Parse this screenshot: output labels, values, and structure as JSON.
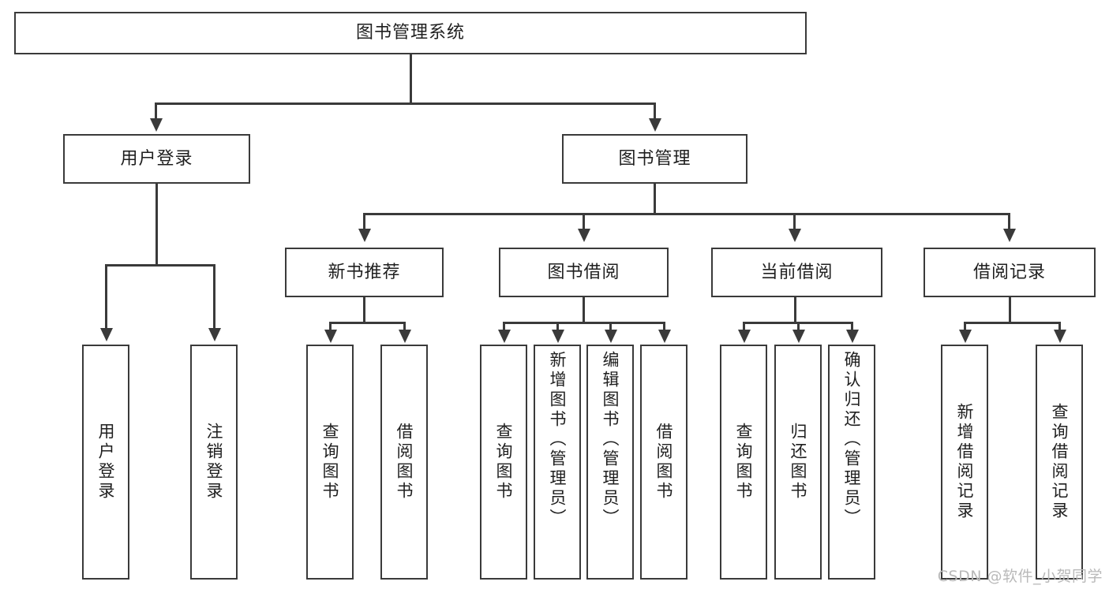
{
  "diagram": {
    "type": "hierarchy-tree",
    "title": "图书管理系统",
    "root": {
      "label": "图书管理系统"
    },
    "level2": [
      {
        "id": "user-login",
        "label": "用户登录"
      },
      {
        "id": "book-management",
        "label": "图书管理"
      }
    ],
    "level3": [
      {
        "id": "new-book-recommend",
        "label": "新书推荐"
      },
      {
        "id": "book-borrow",
        "label": "图书借阅"
      },
      {
        "id": "current-borrow",
        "label": "当前借阅"
      },
      {
        "id": "borrow-record",
        "label": "借阅记录"
      }
    ],
    "leaves": {
      "user_login": [
        {
          "id": "leaf-user-login",
          "label": "用户登录"
        },
        {
          "id": "leaf-logout",
          "label": "注销登录"
        }
      ],
      "new_book_recommend": [
        {
          "id": "leaf-query-book-1",
          "label": "查询图书"
        },
        {
          "id": "leaf-borrow-book-1",
          "label": "借阅图书"
        }
      ],
      "book_borrow": [
        {
          "id": "leaf-query-book-2",
          "label": "查询图书"
        },
        {
          "id": "leaf-add-book",
          "label": "新增图书（管理员）"
        },
        {
          "id": "leaf-edit-book",
          "label": "编辑图书（管理员）"
        },
        {
          "id": "leaf-borrow-book-2",
          "label": "借阅图书"
        }
      ],
      "current_borrow": [
        {
          "id": "leaf-query-book-3",
          "label": "查询图书"
        },
        {
          "id": "leaf-return-book",
          "label": "归还图书"
        },
        {
          "id": "leaf-confirm-return",
          "label": "确认归还（管理员）"
        }
      ],
      "borrow_record": [
        {
          "id": "leaf-add-record",
          "label": "新增借阅记录"
        },
        {
          "id": "leaf-query-record",
          "label": "查询借阅记录"
        }
      ]
    }
  },
  "watermark": {
    "text": "CSDN @软件_小贺同学"
  },
  "colors": {
    "stroke": "#3a3a3a",
    "text": "#1f1f1f",
    "background": "#ffffff",
    "watermark": "#b9b9b9"
  }
}
